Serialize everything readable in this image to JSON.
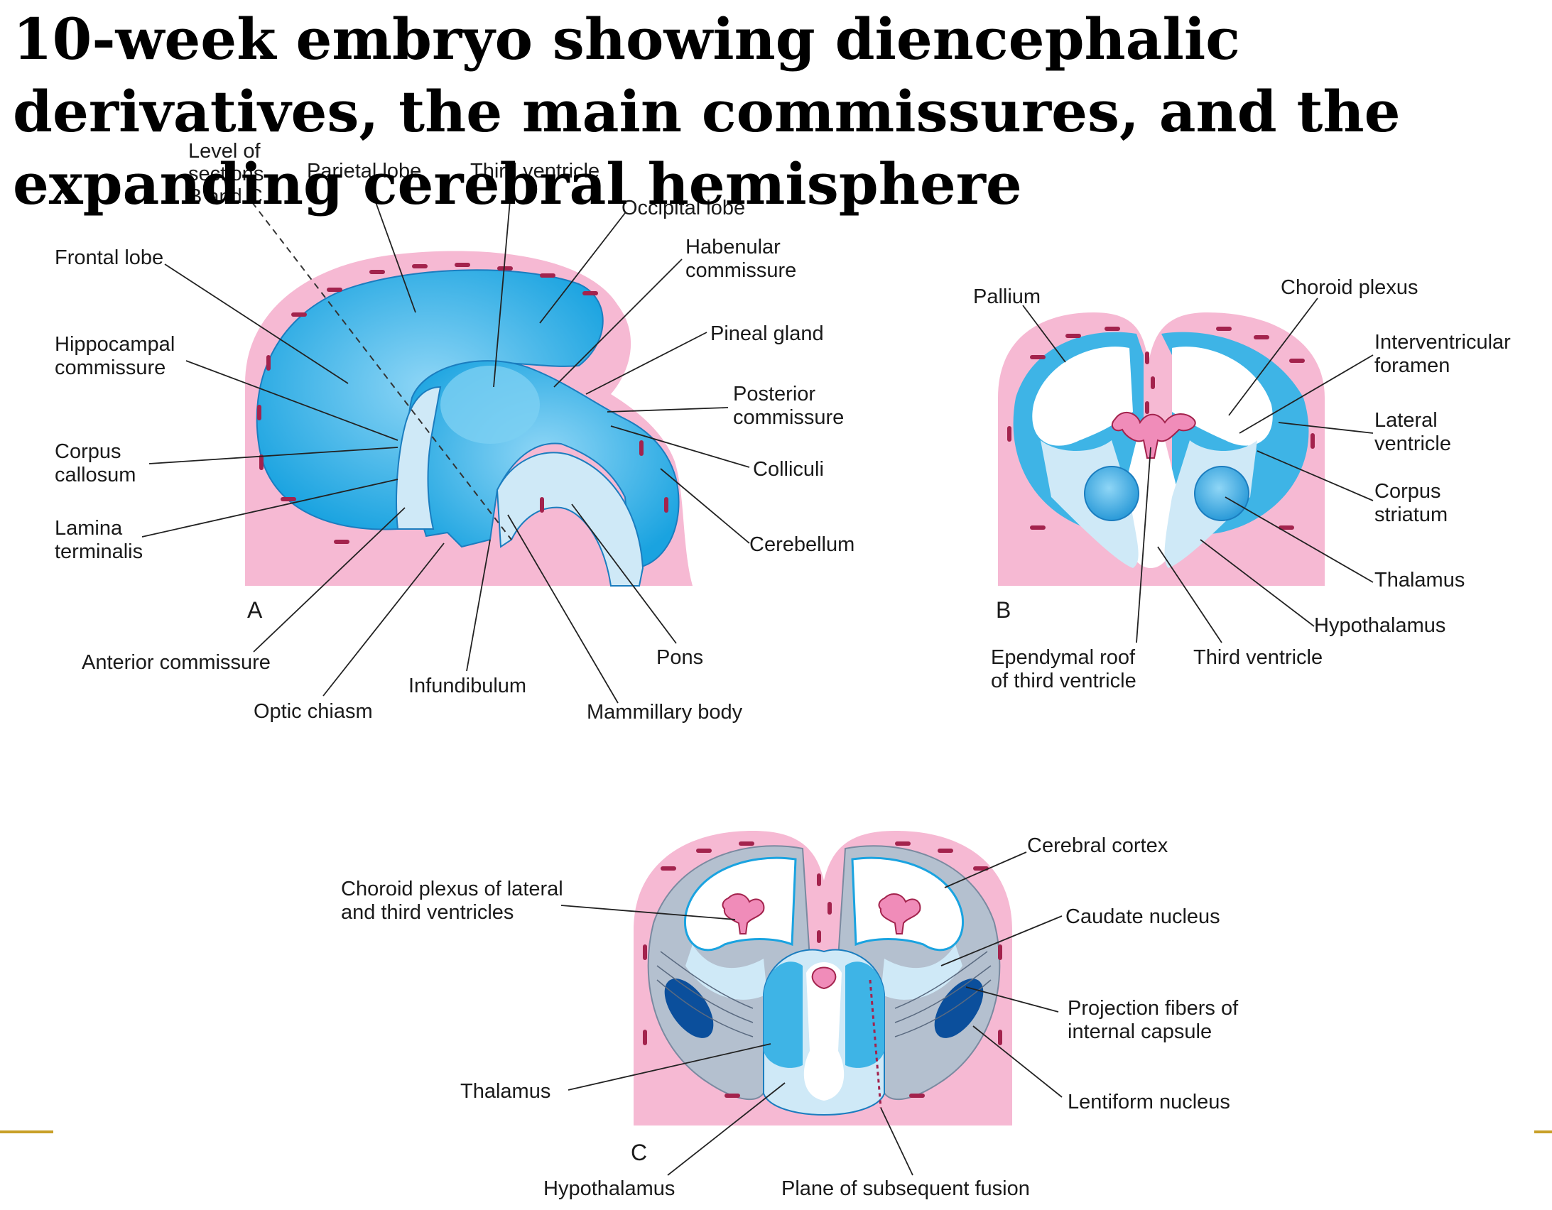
{
  "title": "10-week embryo showing diencephalic derivatives, the main commissures, and the expanding cerebral hemisphere",
  "colors": {
    "pink": "#f6b9d3",
    "tissue_blue": "#3eb4e6",
    "dark_blue": "#0b70c4",
    "pale_blue": "#cfe9f7",
    "gray": "#b4c0cf",
    "dots": "#a3234d",
    "accent_line": "#c8a028"
  },
  "panel_a": {
    "letter": "A",
    "labels": {
      "level_of_sections": [
        "Level of",
        "sections",
        "B and C"
      ],
      "parietal_lobe": "Parietal lobe",
      "third_ventricle": "Third ventricle",
      "occipital_lobe": "Occipital lobe",
      "frontal_lobe": "Frontal lobe",
      "habenular_commissure": [
        "Habenular",
        "commissure"
      ],
      "pineal_gland": "Pineal gland",
      "hippocampal_commissure": [
        "Hippocampal",
        "commissure"
      ],
      "posterior_commissure": [
        "Posterior",
        "commissure"
      ],
      "corpus_callosum": [
        "Corpus",
        "callosum"
      ],
      "colliculi": "Colliculi",
      "lamina_terminalis": [
        "Lamina",
        "terminalis"
      ],
      "cerebellum": "Cerebellum",
      "anterior_commissure": "Anterior commissure",
      "pons": "Pons",
      "infundibulum": "Infundibulum",
      "optic_chiasm": "Optic chiasm",
      "mammillary_body": "Mammillary body"
    }
  },
  "panel_b": {
    "letter": "B",
    "labels": {
      "pallium": "Pallium",
      "choroid_plexus": "Choroid plexus",
      "interventricular_foramen": [
        "Interventricular",
        "foramen"
      ],
      "lateral_ventricle": [
        "Lateral",
        "ventricle"
      ],
      "corpus_striatum": [
        "Corpus",
        "striatum"
      ],
      "thalamus": "Thalamus",
      "hypothalamus": "Hypothalamus",
      "ependymal_roof": [
        "Ependymal roof",
        "of third ventricle"
      ],
      "third_ventricle": "Third ventricle"
    }
  },
  "panel_c": {
    "letter": "C",
    "labels": {
      "cerebral_cortex": "Cerebral cortex",
      "choroid_plexus_lat_third": [
        "Choroid plexus of  lateral",
        "and third ventricles"
      ],
      "caudate_nucleus": "Caudate nucleus",
      "projection_fibers": [
        "Projection fibers of",
        "internal capsule"
      ],
      "thalamus": "Thalamus",
      "lentiform_nucleus": "Lentiform nucleus",
      "hypothalamus": "Hypothalamus",
      "plane_of_fusion": "Plane of subsequent fusion"
    }
  }
}
